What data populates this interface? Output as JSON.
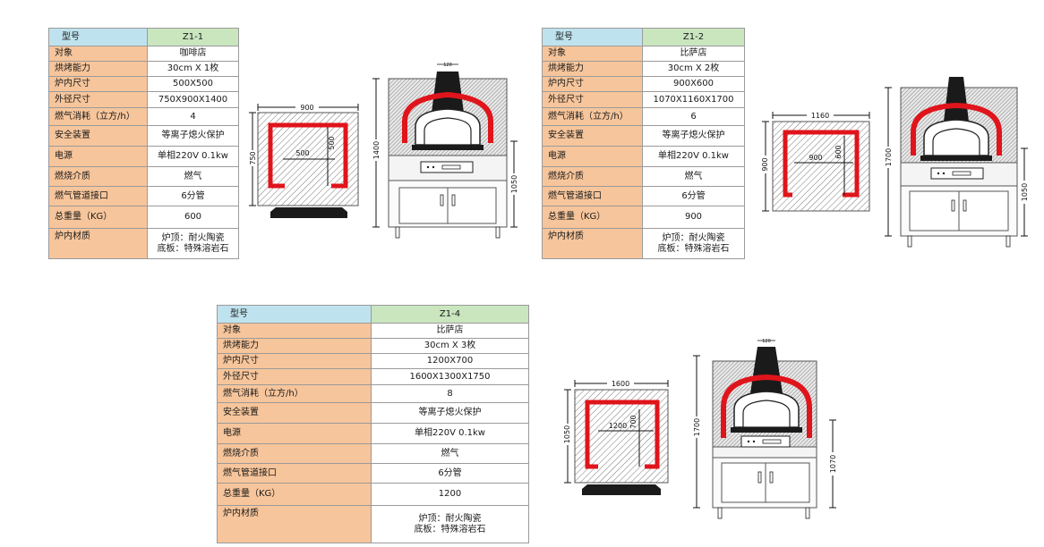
{
  "labels": {
    "model": "型号",
    "target": "对象",
    "capacity": "烘烤能力",
    "inner_size": "炉内尺寸",
    "outer_size": "外径尺寸",
    "gas_consumption": "燃气消耗（立方/h）",
    "safety": "安全装置",
    "power": "电源",
    "fuel": "燃烧介质",
    "gas_pipe": "燃气管道接口",
    "total_weight": "总重量（KG）",
    "material": "炉内材质"
  },
  "models": [
    {
      "model": "Z1-1",
      "target": "咖啡店",
      "capacity": "30cm X 1枚",
      "inner_size": "500X500",
      "outer_size": "750X900X1400",
      "gas_consumption": "4",
      "safety": "等离子熄火保护",
      "power": "单相220V 0.1kw",
      "fuel": "燃气",
      "gas_pipe": "6分管",
      "total_weight": "600",
      "material_top": "炉顶：耐火陶瓷",
      "material_bottom": "底板：特殊溶岩石",
      "dims": {
        "plan_width": "900",
        "plan_depth": "750",
        "inner_w": "500",
        "inner_d": "500",
        "height": "1400",
        "base_height": "1050",
        "chimney": "120"
      }
    },
    {
      "model": "Z1-2",
      "target": "比萨店",
      "capacity": "30cm X 2枚",
      "inner_size": "900X600",
      "outer_size": "1070X1160X1700",
      "gas_consumption": "6",
      "safety": "等离子熄火保护",
      "power": "单相220V 0.1kw",
      "fuel": "燃气",
      "gas_pipe": "6分管",
      "total_weight": "900",
      "material_top": "炉顶：耐火陶瓷",
      "material_bottom": "底板：特殊溶岩石",
      "dims": {
        "plan_width": "1160",
        "plan_depth": "900",
        "inner_w": "900",
        "inner_d": "600",
        "height": "1700",
        "base_height": "1050"
      }
    },
    {
      "model": "Z1-4",
      "target": "比萨店",
      "capacity": "30cm X 3枚",
      "inner_size": "1200X700",
      "outer_size": "1600X1300X1750",
      "gas_consumption": "8",
      "safety": "等离子熄火保护",
      "power": "单相220V 0.1kw",
      "fuel": "燃气",
      "gas_pipe": "6分管",
      "total_weight": "1200",
      "material_top": "炉顶：耐火陶瓷",
      "material_bottom": "底板：特殊溶岩石",
      "dims": {
        "plan_width": "1600",
        "plan_depth": "1050",
        "inner_w": "1200",
        "inner_d": "700",
        "height": "1700",
        "base_height": "1070",
        "chimney": "120"
      }
    }
  ],
  "colors": {
    "key_cell": "#f7c59b",
    "model_key_cell": "#bfe3ee",
    "model_value_cell": "#c9e6bf",
    "firebrick": "#e0141b",
    "base_black": "#1a1a1a"
  }
}
